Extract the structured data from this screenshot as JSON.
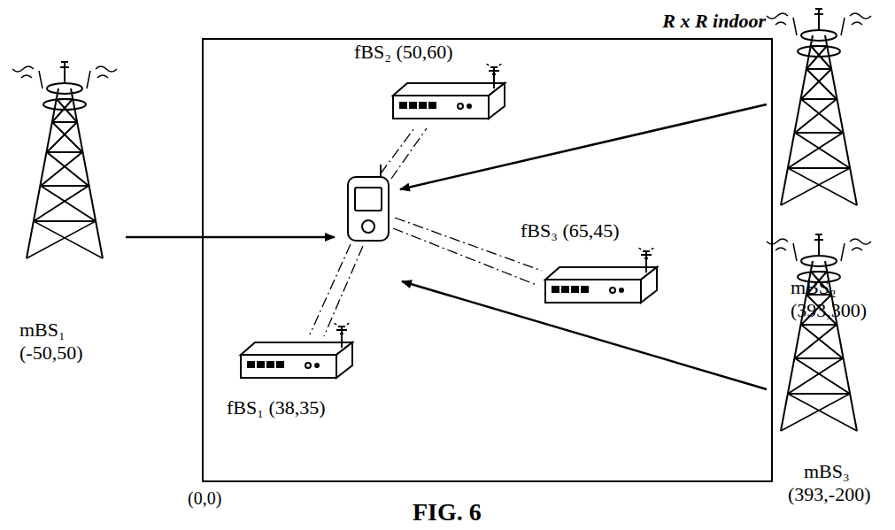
{
  "diagram": {
    "caption": "FIG. 6",
    "nodes": [
      {
        "text": [
          "R x R indoor"
        ]
      },
      {
        "text": [
          "fBS₂ (50,60)"
        ],
        "in": 0
      },
      {
        "text": [
          "fBS₃ (65,45)"
        ],
        "in": 0
      },
      {
        "text": [
          "fBS₁ (38,35)"
        ],
        "in": 0
      },
      {
        "text": [
          "mBS₁",
          "(-50,50)"
        ]
      },
      {
        "text": [
          "mBS₂",
          "(393,300)"
        ]
      },
      {
        "text": [
          "mBS₃",
          "(393,-200)"
        ]
      }
    ],
    "edges": [],
    "labels": [
      "(0,0)"
    ]
  }
}
